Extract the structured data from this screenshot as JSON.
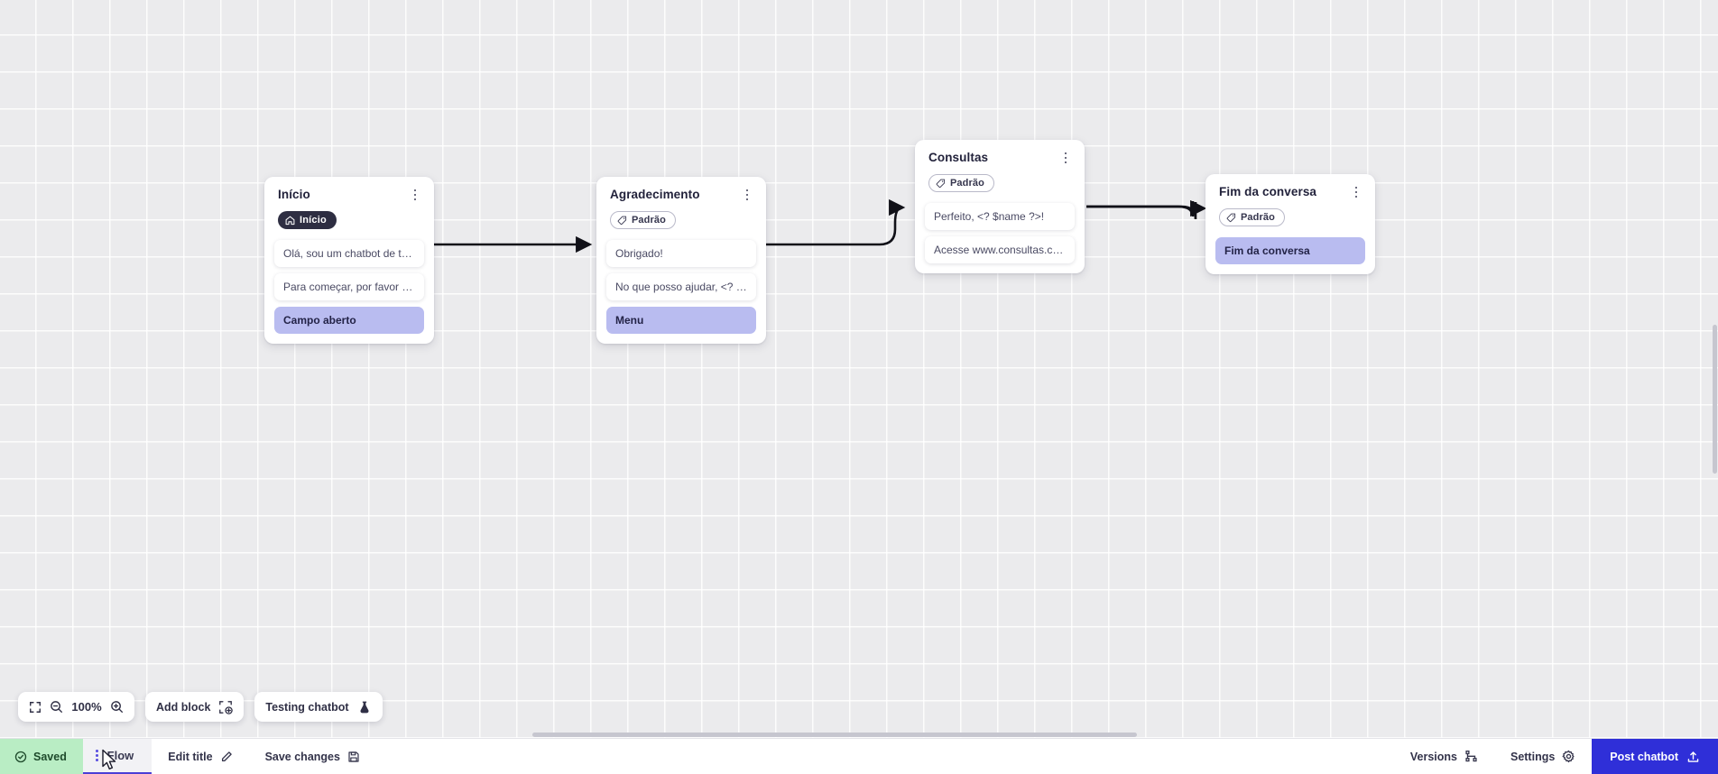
{
  "canvas": {
    "zoom_level": "100%",
    "nodes": [
      {
        "id": "inicio",
        "title": "Início",
        "badge": {
          "type": "home",
          "icon": "home-icon",
          "label": "Início"
        },
        "rows": [
          {
            "text": "Olá, sou um chatbot de teste!",
            "accent": false
          },
          {
            "text": "Para começar, por favor digite o ...",
            "accent": false
          },
          {
            "text": "Campo aberto",
            "accent": true
          }
        ]
      },
      {
        "id": "agradecimento",
        "title": "Agradecimento",
        "badge": {
          "type": "tag",
          "icon": "tag-icon",
          "label": "Padrão"
        },
        "rows": [
          {
            "text": "Obrigado!",
            "accent": false
          },
          {
            "text": "No que posso ajudar, <? $name ...",
            "accent": false
          },
          {
            "text": "Menu",
            "accent": true
          }
        ]
      },
      {
        "id": "consultas",
        "title": "Consultas",
        "badge": {
          "type": "tag",
          "icon": "tag-icon",
          "label": "Padrão"
        },
        "rows": [
          {
            "text": "Perfeito, <? $name ?>!",
            "accent": false
          },
          {
            "text": "Acesse www.consultas.com par...",
            "accent": false
          }
        ]
      },
      {
        "id": "fim-da-conversa",
        "title": "Fim da conversa",
        "badge": {
          "type": "tag",
          "icon": "tag-icon",
          "label": "Padrão"
        },
        "rows": [
          {
            "text": "Fim da conversa",
            "accent": true
          }
        ]
      }
    ]
  },
  "toolbar": {
    "fit_icon": "fit-screen-icon",
    "zoom_out_icon": "zoom-out-icon",
    "zoom_in_icon": "zoom-in-icon",
    "zoom_value": "100%",
    "add_block_label": "Add block",
    "add_block_icon": "add-block-icon",
    "testing_label": "Testing chatbot",
    "testing_icon": "flask-icon"
  },
  "statusbar": {
    "saved_label": "Saved",
    "saved_icon": "check-circle-icon",
    "flow_tab_label": "Flow",
    "flow_grip_icon": "drag-handle-icon",
    "edit_title_label": "Edit title",
    "edit_title_icon": "pencil-icon",
    "save_changes_label": "Save changes",
    "save_changes_icon": "floppy-disk-icon",
    "versions_label": "Versions",
    "versions_icon": "branch-icon",
    "settings_label": "Settings",
    "settings_icon": "gear-icon",
    "post_label": "Post chatbot",
    "post_icon": "upload-icon"
  },
  "colors": {
    "accent_blue": "#2f2fd8",
    "saved_green": "#b9edc4",
    "row_accent": "#b9bcf0",
    "badge_dark": "#2e2e42",
    "canvas_bg": "#ebebed"
  }
}
